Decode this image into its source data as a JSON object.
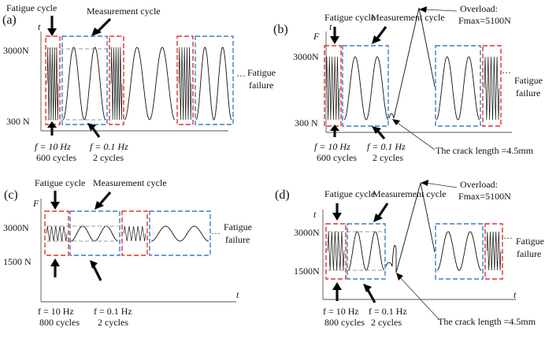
{
  "panel_a": {
    "letter": "(a)",
    "axis_top": "t",
    "fatigue_label": "Fatigue cycle",
    "measure_label": "Measurement cycle",
    "f_high": "3000N",
    "f_low": "300 N",
    "freq_fat": "f = 10 Hz",
    "cycles_fat": "600 cycles",
    "freq_meas": "f = 0.1 Hz",
    "cycles_meas": "2 cycles",
    "end_dots": "···",
    "end_line1": "Fatigue",
    "end_line2": "failure"
  },
  "panel_b": {
    "letter": "(b)",
    "axis_top": "t",
    "axis_f": "F",
    "fatigue_label": "Fatigue cycle",
    "measure_label": "Measurement cycle",
    "f_high": "3000N",
    "f_low": "300 N",
    "overload_line1": "Overload:",
    "overload_line2": "Fmax=5100N",
    "freq_fat": "f = 10 Hz",
    "cycles_fat": "600 cycles",
    "freq_meas": "f = 0.1 Hz",
    "cycles_meas": "2 cycles",
    "crack": "The crack length =4.5mm",
    "end_dots": "···",
    "end_line1": "Fatigue",
    "end_line2": "failure"
  },
  "panel_c": {
    "letter": "(c)",
    "axis_f": "F",
    "axis_t": "t",
    "fatigue_label": "Fatigue cycle",
    "measure_label": "Measurement cycle",
    "f_high": "3000N",
    "f_low": "1500 N",
    "freq_fat": "f = 10 Hz",
    "cycles_fat": "800 cycles",
    "freq_meas": "f = 0.1 Hz",
    "cycles_meas": "2 cycles",
    "end_dots": "···",
    "end_line1": "Fatigue",
    "end_line2": "failure"
  },
  "panel_d": {
    "letter": "(d)",
    "axis_top": "t",
    "axis_t": "t",
    "fatigue_label": "Fatigue cycle",
    "measure_label": "Measurement cycle",
    "f_high": "3000N",
    "f_low": "1500N",
    "overload_line1": "Overload:",
    "overload_line2": "Fmax=5100N",
    "freq_fat": "f = 10 Hz",
    "cycles_fat": "800 cycles",
    "freq_meas": "f = 0.1 Hz",
    "cycles_meas": "2 cycles",
    "crack": "The crack length =4.5mm",
    "end_dots": "···",
    "end_line1": "Fatigue",
    "end_line2": "failure"
  }
}
